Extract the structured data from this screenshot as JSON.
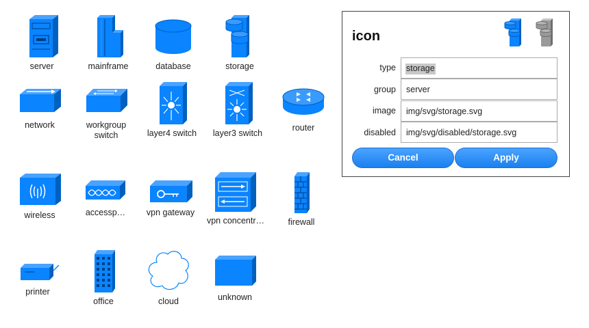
{
  "palette": {
    "icons": [
      {
        "id": "server",
        "label": "server"
      },
      {
        "id": "mainframe",
        "label": "mainframe"
      },
      {
        "id": "database",
        "label": "database"
      },
      {
        "id": "storage",
        "label": "storage"
      },
      {
        "id": "network",
        "label": "network"
      },
      {
        "id": "workgroup-switch",
        "label": "workgroup switch"
      },
      {
        "id": "layer4-switch",
        "label": "layer4 switch"
      },
      {
        "id": "layer3-switch",
        "label": "layer3 switch"
      },
      {
        "id": "router",
        "label": "router"
      },
      {
        "id": "wireless",
        "label": "wireless"
      },
      {
        "id": "accesspoint",
        "label": "accessp…"
      },
      {
        "id": "vpn-gateway",
        "label": "vpn gateway"
      },
      {
        "id": "vpn-concentrator",
        "label": "vpn concentr…"
      },
      {
        "id": "firewall",
        "label": "firewall"
      },
      {
        "id": "printer",
        "label": "printer"
      },
      {
        "id": "office",
        "label": "office"
      },
      {
        "id": "cloud",
        "label": "cloud"
      },
      {
        "id": "unknown",
        "label": "unknown"
      }
    ]
  },
  "dialog": {
    "title": "icon",
    "fields": {
      "type": {
        "label": "type",
        "value": "storage"
      },
      "group": {
        "label": "group",
        "value": "server"
      },
      "image": {
        "label": "image",
        "value": "img/svg/storage.svg"
      },
      "disabled": {
        "label": "disabled",
        "value": "img/svg/disabled/storage.svg"
      }
    },
    "cancel_label": "Cancel",
    "apply_label": "Apply"
  },
  "colors": {
    "icon_blue": "#0a84ff",
    "icon_dark": "#0060c0",
    "disabled_gray": "#9a9a9a",
    "button_blue": "#1b80f0"
  }
}
